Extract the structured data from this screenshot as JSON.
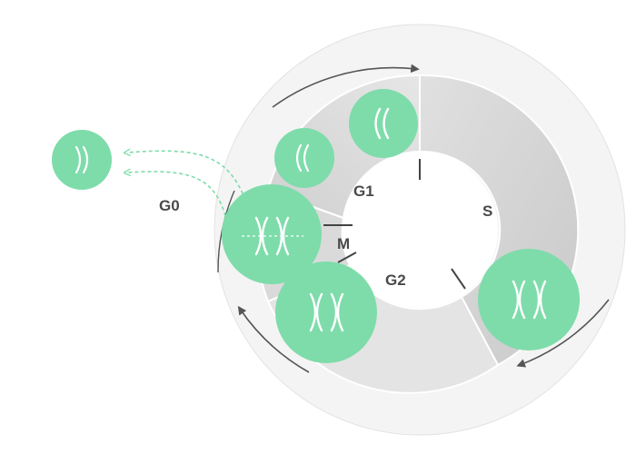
{
  "phases": {
    "g0": "G0",
    "g1": "G1",
    "s": "S",
    "g2": "G2",
    "m": "M"
  },
  "colors": {
    "cell_fill": "#7edcaa",
    "chromosome": "#ffffff",
    "ring_light": "#ebebeb",
    "ring_mid": "#dcdcdc",
    "ring_dark": "#cfcfcf",
    "arrow": "#555555",
    "dashed_arrow": "#7edcaa",
    "label": "#4a4a4a"
  },
  "icons": {
    "arrow_cycle": "arrowhead-icon",
    "dashed_exit": "dashed-arrow-icon",
    "chromosome_single": "single-chromatid-icon",
    "chromosome_double": "x-chromosome-icon"
  }
}
